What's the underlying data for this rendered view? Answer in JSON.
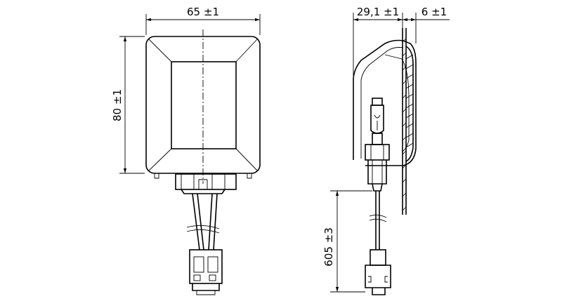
{
  "dimensions": {
    "width": "65 ±1",
    "height": "80 ±1",
    "depth": "29,1 ±1",
    "flange": "6 ±1",
    "cable_length": "605 ±3"
  },
  "colors": {
    "line": "#000000",
    "background": "#ffffff"
  }
}
